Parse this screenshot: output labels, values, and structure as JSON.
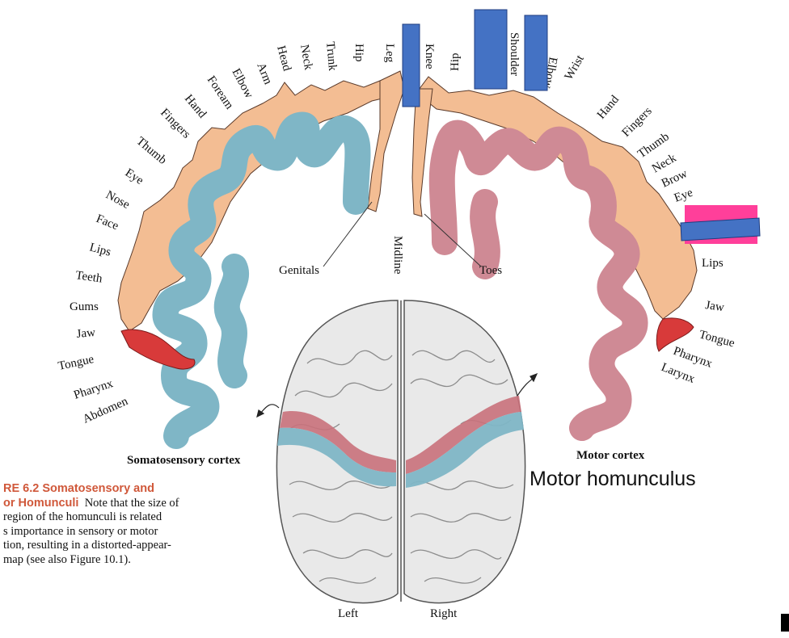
{
  "somatosensory": {
    "labels": [
      "Leg",
      "Hip",
      "Trunk",
      "Neck",
      "Head",
      "Arm",
      "Elbow",
      "Foream",
      "Hand",
      "Fingers",
      "Thumb",
      "Eye",
      "Nose",
      "Face",
      "Lips",
      "Teeth",
      "Gums",
      "Jaw",
      "Tongue",
      "Pharynx",
      "Abdomen"
    ],
    "genitals": "Genitals",
    "title": "Somatosensory cortex",
    "colors": {
      "cortex": "#7fb6c6",
      "body": "#f3bd93",
      "tongue": "#d83a3a"
    }
  },
  "motor": {
    "labels": [
      "Knee",
      "Hip",
      "Shoulder",
      "Elbow",
      "Wrist",
      "Hand",
      "Fingers",
      "Thumb",
      "Neck",
      "Brow",
      "Eye",
      "Lips",
      "Jaw",
      "Tongue",
      "Pharynx",
      "Larynx"
    ],
    "toes": "Toes",
    "title": "Motor cortex",
    "colors": {
      "cortex": "#cf8a95",
      "body": "#f3bd93"
    }
  },
  "midline": "Midline",
  "brain": {
    "left": "Left",
    "right": "Right"
  },
  "caption": {
    "title_line1": "RE 6.2  Somatosensory and",
    "title_line2": "or Homunculi",
    "line1_rest": "Note that the size of",
    "line2": "region of the homunculi is related",
    "line3": "s importance in sensory or motor",
    "line4": "tion, resulting in a distorted-appear-",
    "line5": "map (see also Figure 10.1)."
  },
  "overlay_note": "Motor homunculus",
  "redaction_colors": {
    "blue": "#4472c4",
    "pink": "#ff3f9a"
  }
}
